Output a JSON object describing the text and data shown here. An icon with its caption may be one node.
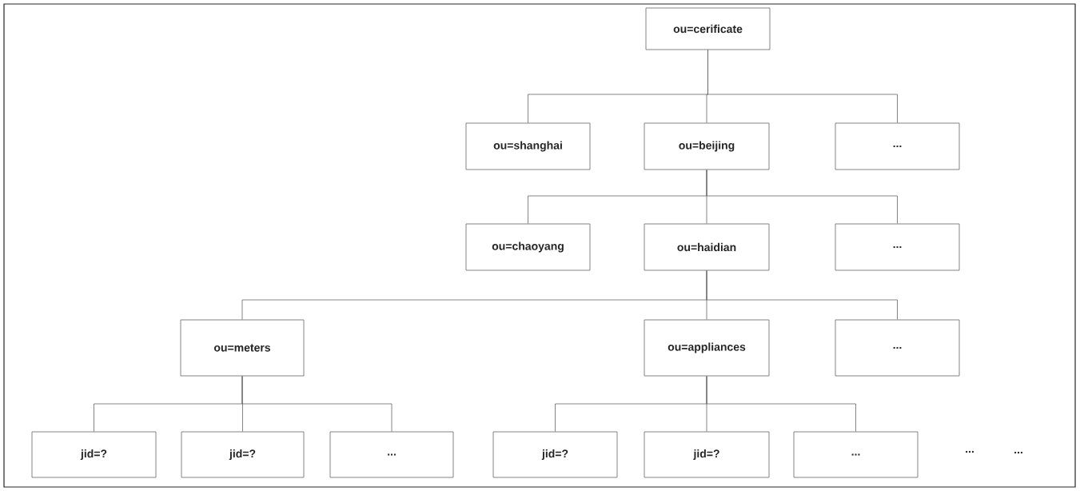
{
  "diagram": {
    "nodes": [
      {
        "text": [
          "ou=cerificate"
        ]
      },
      {
        "text": [
          "ou=shanghai"
        ]
      },
      {
        "text": [
          "ou=beijing"
        ]
      },
      {
        "text": [
          "..."
        ]
      },
      {
        "text": [
          "ou=chaoyang"
        ]
      },
      {
        "text": [
          "ou=haidian"
        ]
      },
      {
        "text": [
          "..."
        ]
      },
      {
        "text": [
          "ou=meters"
        ]
      },
      {
        "text": [
          "ou=appliances"
        ]
      },
      {
        "text": [
          "..."
        ]
      },
      {
        "text": [
          "jid=?"
        ]
      },
      {
        "text": [
          "jid=?"
        ]
      },
      {
        "text": [
          "..."
        ]
      },
      {
        "text": [
          "jid=?"
        ]
      },
      {
        "text": [
          "jid=?"
        ]
      },
      {
        "text": [
          "..."
        ]
      }
    ],
    "edges": [
      {
        "from": 0,
        "to": 1,
        "arrow": "none"
      },
      {
        "from": 0,
        "to": 2,
        "arrow": "none"
      },
      {
        "from": 0,
        "to": 3,
        "arrow": "none"
      },
      {
        "from": 2,
        "to": 4,
        "arrow": "none"
      },
      {
        "from": 2,
        "to": 5,
        "arrow": "none"
      },
      {
        "from": 2,
        "to": 6,
        "arrow": "none"
      },
      {
        "from": 5,
        "to": 7,
        "arrow": "none"
      },
      {
        "from": 5,
        "to": 8,
        "arrow": "none"
      },
      {
        "from": 5,
        "to": 9,
        "arrow": "none"
      },
      {
        "from": 7,
        "to": 10,
        "arrow": "none"
      },
      {
        "from": 7,
        "to": 11,
        "arrow": "none"
      },
      {
        "from": 7,
        "to": 12,
        "arrow": "none"
      },
      {
        "from": 8,
        "to": 13,
        "arrow": "none"
      },
      {
        "from": 8,
        "to": 14,
        "arrow": "none"
      },
      {
        "from": 8,
        "to": 15,
        "arrow": "none"
      }
    ],
    "labels": [
      "...",
      "..."
    ]
  }
}
